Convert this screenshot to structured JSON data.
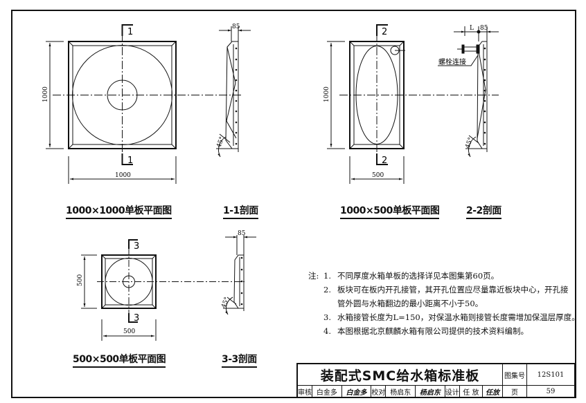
{
  "drawings": {
    "plan_1000x1000": {
      "caption": "1000×1000单板平面图",
      "dim_width": "1000",
      "dim_height": "1000",
      "section_mark": "1"
    },
    "section_1": {
      "caption": "1-1剖面",
      "dim_flange": "85",
      "angle": "45°"
    },
    "plan_1000x500": {
      "caption": "1000×500单板平面图",
      "dim_width": "500",
      "dim_height": "1000",
      "section_mark": "2"
    },
    "section_2": {
      "caption": "2-2剖面",
      "dim_flange": "85",
      "dim_pipe": "L",
      "angle": "45°",
      "callout": "螺栓连接"
    },
    "plan_500x500": {
      "caption": "500×500单板平面图",
      "dim_width": "500",
      "dim_height": "500",
      "section_mark": "3"
    },
    "section_3": {
      "caption": "3-3剖面",
      "dim_flange": "85",
      "angle": "45°"
    }
  },
  "notes": {
    "label": "注:",
    "items": [
      {
        "num": "1.",
        "lines": [
          "不同厚度水箱单板的选择详见本图集第60页。"
        ]
      },
      {
        "num": "2.",
        "lines": [
          "板块可在板内开孔接管，其开孔位置应尽量靠近板块中心，开孔接",
          "管外圆与水箱翻边的最小距离不小于50。"
        ]
      },
      {
        "num": "3.",
        "lines": [
          "水箱接管长度为L=150，对保温水箱则接管长度需增加保温层厚度。"
        ]
      },
      {
        "num": "4.",
        "lines": [
          "本图根据北京麒麟水箱有限公司提供的技术资料编制。"
        ]
      }
    ]
  },
  "title_block": {
    "title": "装配式SMC给水箱标准板",
    "atlas_label": "图集号",
    "atlas_no": "12S101",
    "review_label": "审核",
    "reviewer": "白金多",
    "reviewer_sig": "白金多",
    "check_label": "校对",
    "checker": "杨启东",
    "checker_sig": "杨启东",
    "design_label": "设计",
    "designer": "任 放",
    "designer_sig": "任放",
    "page_label": "页",
    "page_no": "59"
  }
}
